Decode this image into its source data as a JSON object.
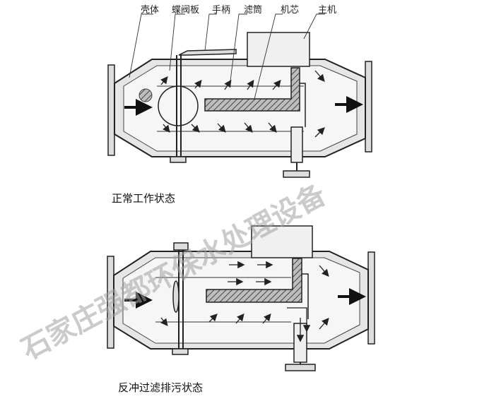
{
  "labels": {
    "shell": "壳体",
    "butterfly_valve": "蝶阀板",
    "handle": "手柄",
    "filter_cylinder": "滤筒",
    "core": "机芯",
    "main_unit": "主机"
  },
  "captions": {
    "normal": "正常工作状态",
    "backwash": "反冲过滤排污状态"
  },
  "watermark": "石家庄强都环保水处理设备",
  "colors": {
    "line": "#222222",
    "shell_fill": "#e6e6e6",
    "inner_fill": "#f4f4f4",
    "hatch": "#555555",
    "box_fill": "#f0f0f0"
  }
}
